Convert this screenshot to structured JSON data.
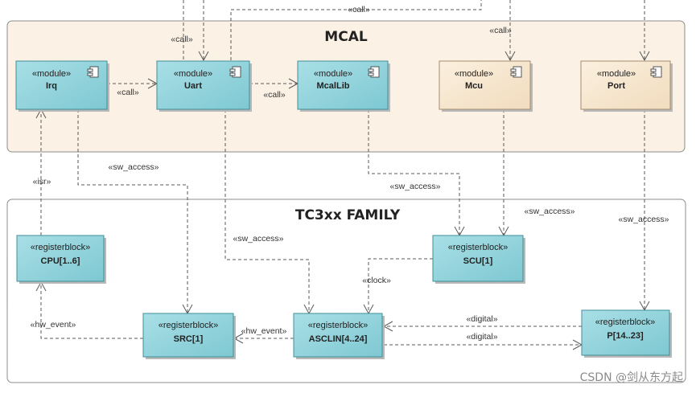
{
  "packages": {
    "mcal": {
      "title": "MCAL"
    },
    "tc3xx": {
      "title": "TC3xx FAMILY"
    }
  },
  "modules": {
    "irq": {
      "stereotype": "«module»",
      "name": "Irq"
    },
    "uart": {
      "stereotype": "«module»",
      "name": "Uart"
    },
    "mcallib": {
      "stereotype": "«module»",
      "name": "McalLib"
    },
    "mcu": {
      "stereotype": "«module»",
      "name": "Mcu"
    },
    "port": {
      "stereotype": "«module»",
      "name": "Port"
    }
  },
  "registerblocks": {
    "cpu": {
      "stereotype": "«registerblock»",
      "name": "CPU[1..6]"
    },
    "scu": {
      "stereotype": "«registerblock»",
      "name": "SCU[1]"
    },
    "src": {
      "stereotype": "«registerblock»",
      "name": "SRC[1]"
    },
    "asclin": {
      "stereotype": "«registerblock»",
      "name": "ASCLIN[4..24]"
    },
    "p": {
      "stereotype": "«registerblock»",
      "name": "P[14..23]"
    }
  },
  "edges": {
    "call_top": "«call»",
    "call_uart": "«call»",
    "call_mcu": "«call»",
    "call_irq_uart": "«call»",
    "call_uart_mcallib": "«call»",
    "sw_access_irq": "«sw_access»",
    "sw_access_mcallib": "«sw_access»",
    "sw_access_mcu": "«sw_access»",
    "sw_access_port": "«sw_access»",
    "sw_access_uart": "«sw_access»",
    "isr": "«isr»",
    "clock": "«clock»",
    "hw_event_cpu": "«hw_event»",
    "hw_event_src": "«hw_event»",
    "digital_in": "«digital»",
    "digital_out": "«digital»"
  },
  "watermark": "CSDN @剑从东方起",
  "colors": {
    "module_cyan": "#9fd9e0",
    "module_tan": "#f6e6cf",
    "package_mcal_bg": "#fbf1e4",
    "package_tc3xx_bg": "#ffffff"
  }
}
